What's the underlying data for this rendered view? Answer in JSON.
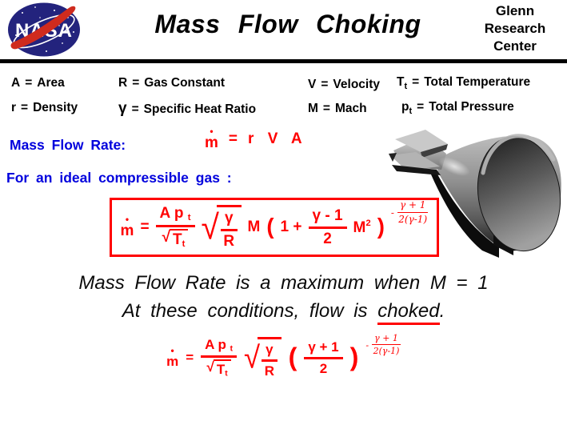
{
  "colors": {
    "accent_red": "#ff0000",
    "accent_blue": "#0000dd",
    "ink": "#000000",
    "nasa_blue": "#23237d",
    "nasa_swoosh_red": "#cf2b1e"
  },
  "header": {
    "title": "Mass Flow Choking",
    "org_line1": "Glenn",
    "org_line2": "Research",
    "org_line3": "Center",
    "logo_text": "NASA"
  },
  "definitions": {
    "a": {
      "sym": "A",
      "eq": "=",
      "desc": "Area"
    },
    "r": {
      "sym": "R",
      "eq": "=",
      "desc": "Gas  Constant"
    },
    "v": {
      "sym": "V",
      "eq": "=",
      "desc": "Velocity"
    },
    "tt": {
      "sym": "T",
      "sub": "t",
      "eq": "=",
      "desc": "Total  Temperature"
    },
    "rho": {
      "sym": "r",
      "eq": "=",
      "desc": "Density"
    },
    "gamma": {
      "sym": "γ",
      "eq": "=",
      "desc": "Specific Heat Ratio"
    },
    "mach": {
      "sym": "M",
      "eq": "=",
      "desc": "Mach"
    },
    "pt": {
      "sym": "p",
      "sub": "t",
      "eq": "=",
      "desc": "Total  Pressure"
    }
  },
  "intro": {
    "label": "Mass  Flow  Rate:",
    "ideal": "For  an  ideal  compressible  gas :"
  },
  "eq_simple": {
    "m": "m",
    "dot": "•",
    "equals": "=",
    "rhs": "r V A"
  },
  "eq_boxed": {
    "m": "m",
    "dot": "•",
    "equals": "=",
    "f1_num": "A p",
    "f1_num_sub": "t",
    "rad": "√",
    "f1_den": "T",
    "f1_den_sub": "t",
    "rad2": "√",
    "f2_num": "γ",
    "f2_den": "R",
    "mach": "M",
    "open_paren": "(",
    "one_plus": "1 +",
    "f3_num": "γ - 1",
    "f3_den": "2",
    "msq": "M",
    "msq_sup": "2",
    "close_paren": ")",
    "exp_sign": "-",
    "exp_num": "γ + 1",
    "exp_den": "2(γ-1)"
  },
  "statement": {
    "line1": "Mass Flow Rate is a maximum when M = 1",
    "line2_pre": "At these conditions, flow is",
    "line2_word": "choked",
    "line2_post": "."
  },
  "eq_final": {
    "m": "m",
    "dot": "•",
    "equals": "=",
    "f1_num": "A p",
    "f1_num_sub": "t",
    "rad": "√",
    "f1_den": "T",
    "f1_den_sub": "t",
    "rad2": "√",
    "f2_num": "γ",
    "f2_den": "R",
    "open_paren": "(",
    "f3_num": "γ + 1",
    "f3_den": "2",
    "close_paren": ")",
    "exp_sign": "-",
    "exp_num": "γ + 1",
    "exp_den": "2(γ-1)"
  }
}
